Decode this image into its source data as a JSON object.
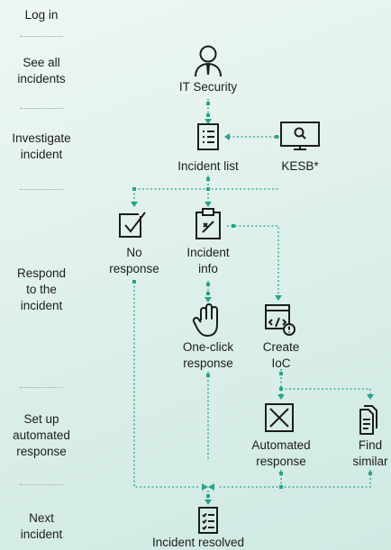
{
  "stages": {
    "log_in": "Log in",
    "see_all": [
      "See all",
      "incidents"
    ],
    "investigate": [
      "Investigate",
      "incident"
    ],
    "respond": [
      "Respond",
      "to the",
      "incident"
    ],
    "automated": [
      "Set up",
      "automated",
      "response"
    ],
    "next": [
      "Next",
      "incident"
    ]
  },
  "nodes": {
    "it_security": "IT Security",
    "incident_list": "Incident list",
    "kesb": "KESB*",
    "no_response": [
      "No",
      "response"
    ],
    "incident_info": [
      "Incident",
      "info"
    ],
    "one_click": [
      "One-click",
      "response"
    ],
    "create_ioc": [
      "Create",
      "IoC"
    ],
    "automated_response": [
      "Automated",
      "response"
    ],
    "find_similar": [
      "Find",
      "similar"
    ],
    "incident_resolved": "Incident resolved"
  },
  "icons": {
    "it_security": "user-icon",
    "incident_list": "list-document-icon",
    "kesb": "monitor-search-icon",
    "no_response": "checkbox-icon",
    "incident_info": "clipboard-edit-icon",
    "one_click": "hand-icon",
    "create_ioc": "code-window-alert-icon",
    "automated_response": "cross-box-icon",
    "find_similar": "documents-icon",
    "incident_resolved": "checklist-document-icon"
  },
  "colors": {
    "connector": "#26a38c",
    "icon": "#1d1d1b",
    "background": "#dcefea"
  }
}
